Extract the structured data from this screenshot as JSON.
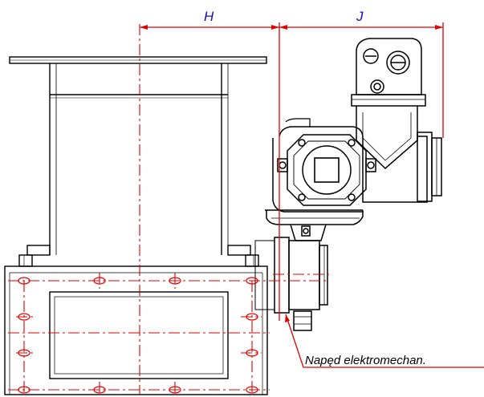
{
  "dimensions": {
    "h_label": "H",
    "j_label": "J"
  },
  "callout": {
    "label": "Napęd elektromechan."
  },
  "colors": {
    "outline": "#000000",
    "dimension": "#e00000",
    "centerline": "#e00000",
    "dimension_text": "#1010c0",
    "callout_text": "#000000"
  }
}
